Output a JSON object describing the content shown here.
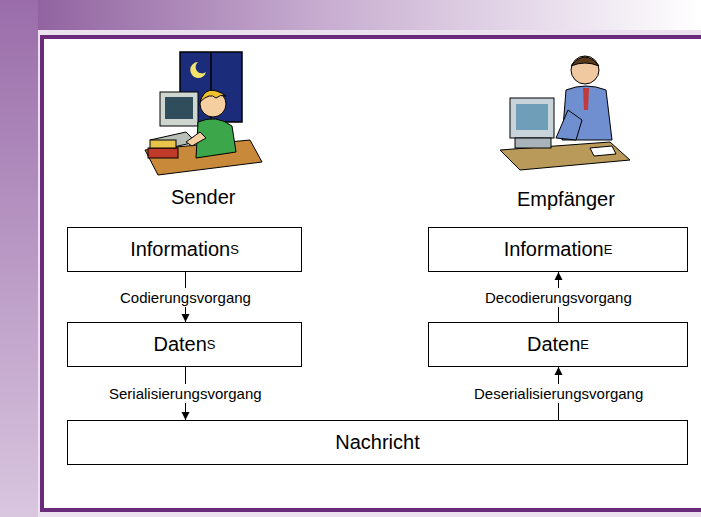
{
  "diagram": {
    "nodes": [
      {
        "text": [
          "Information",
          "S"
        ]
      },
      {
        "text": [
          "Daten",
          "S"
        ]
      },
      {
        "text": [
          "Information",
          "E"
        ]
      },
      {
        "text": [
          "Daten",
          "E"
        ]
      },
      {
        "text": [
          "Nachricht"
        ]
      }
    ],
    "edges": [
      {
        "from": 0,
        "to": 1,
        "label": "Codierungsvorgang",
        "arrow": "to"
      },
      {
        "from": 1,
        "to": 4,
        "label": "Serialisierungsvorgang",
        "arrow": "to"
      },
      {
        "from": 4,
        "to": 3,
        "label": "Deserialisierungsvorgang",
        "arrow": "to"
      },
      {
        "from": 3,
        "to": 2,
        "label": "Decodierungsvorgang",
        "arrow": "to"
      }
    ],
    "labels": [
      "Sender",
      "Empfänger"
    ]
  }
}
